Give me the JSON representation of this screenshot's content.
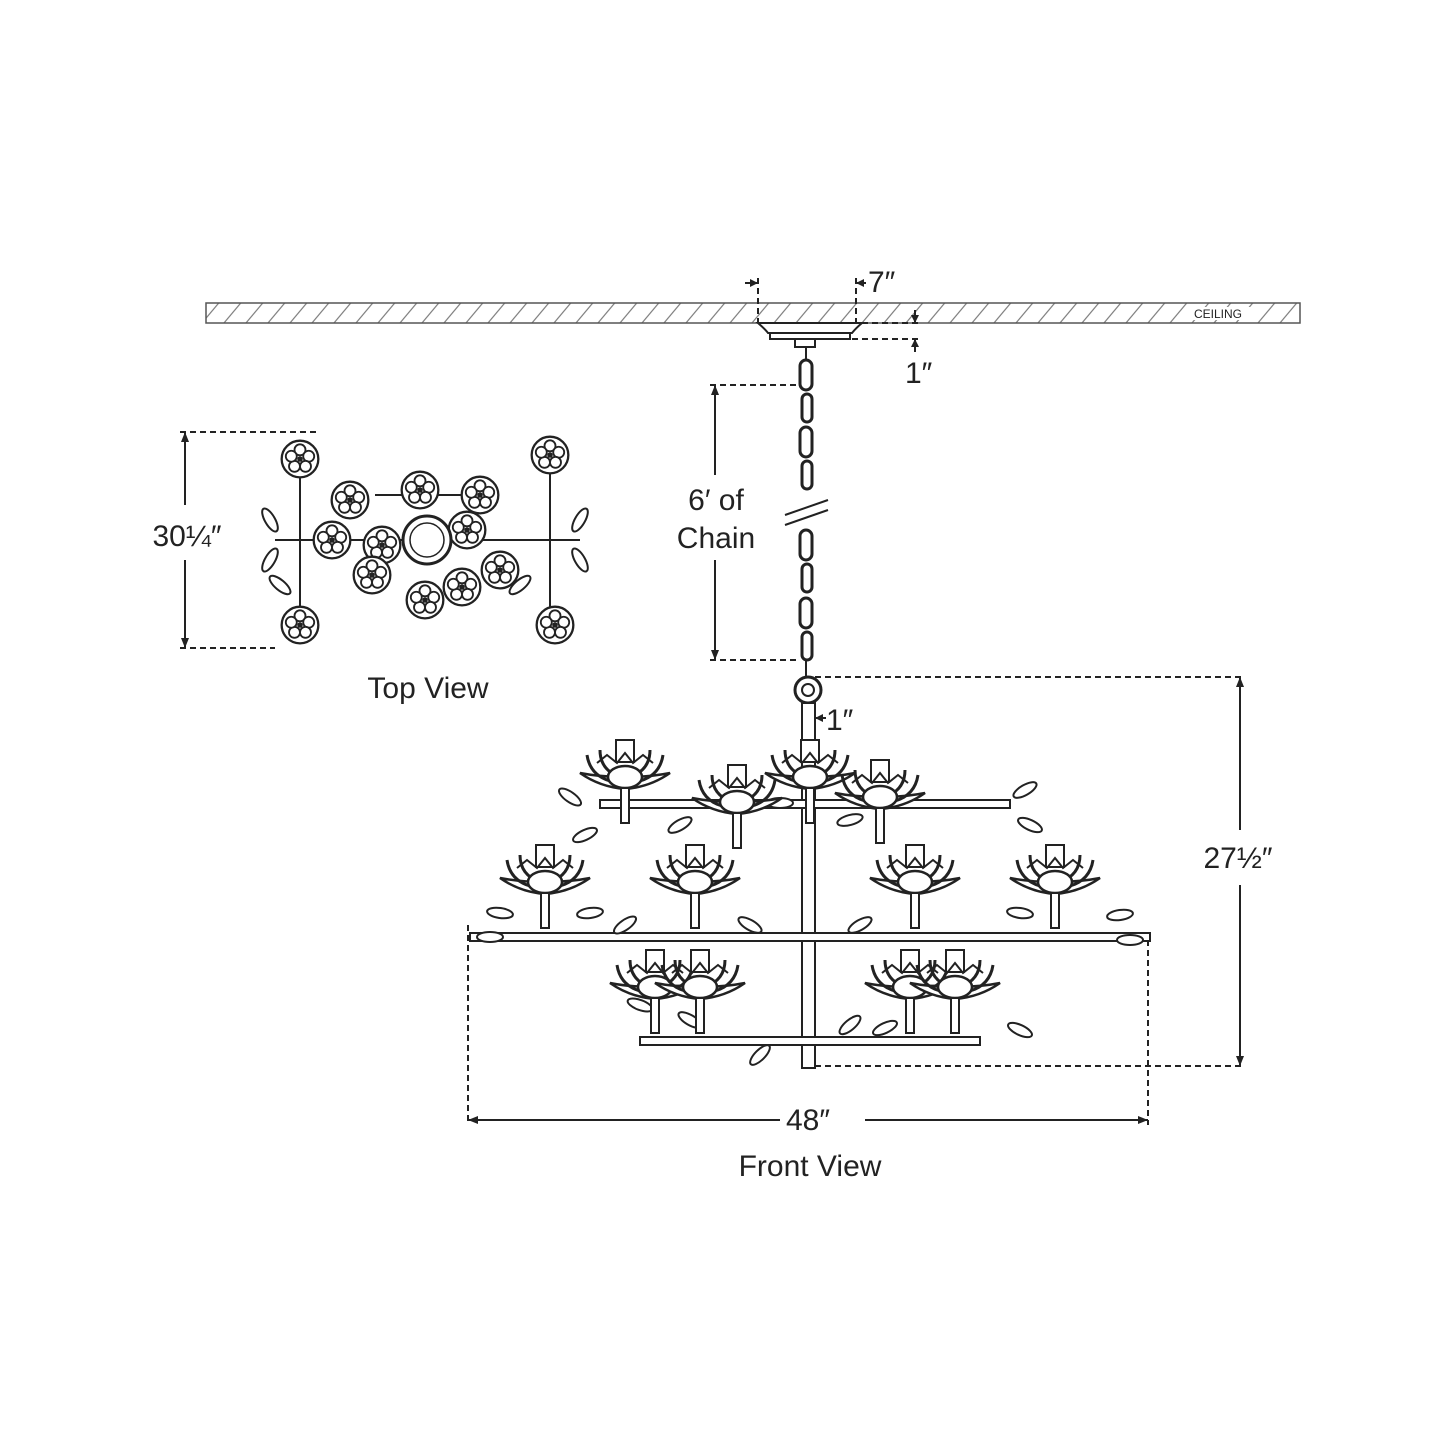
{
  "ceiling": {
    "label": "CEILING"
  },
  "dimensions": {
    "canopy_width": "7″",
    "canopy_height": "1″",
    "chain_length_line1": "6′ of",
    "chain_length_line2": "Chain",
    "top_view_depth": "30¼″",
    "stem_diameter": "1″",
    "overall_height": "27½″",
    "overall_width": "48″"
  },
  "views": {
    "top_view_label": "Top View",
    "front_view_label": "Front View"
  },
  "colors": {
    "line": "#222222",
    "background": "#ffffff"
  }
}
